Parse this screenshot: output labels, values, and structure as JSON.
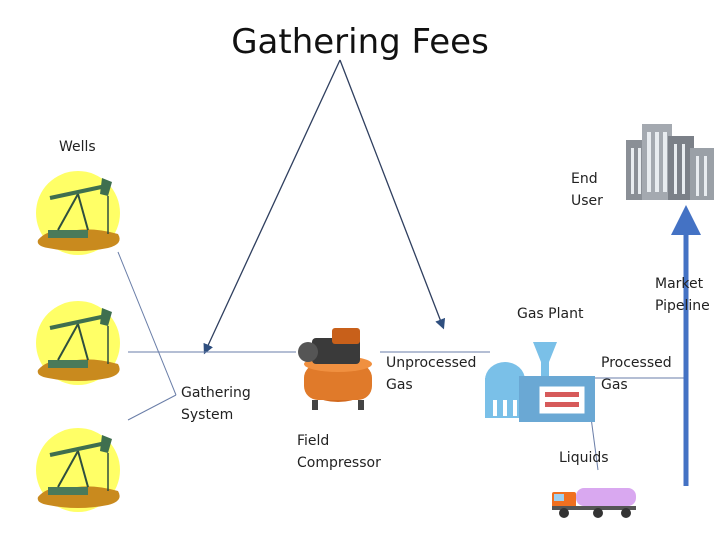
{
  "title": "Gathering Fees",
  "labels": {
    "wells": "Wells",
    "end_user": "End\nUser",
    "market_pipeline": "Market\nPipeline",
    "gas_plant": "Gas Plant",
    "unprocessed_gas": "Unprocessed\nGas",
    "processed_gas": "Processed\nGas",
    "gathering_system": "Gathering\nSystem",
    "field_compressor": "Field\nCompressor",
    "liquids": "Liquids"
  },
  "icons": {
    "wells": [
      "oil-well-pump-icon",
      "oil-well-pump-icon",
      "oil-well-pump-icon"
    ],
    "compressor": "field-compressor-icon",
    "plant": "gas-plant-icon",
    "building": "city-buildings-icon",
    "truck": "tanker-truck-icon"
  },
  "colors": {
    "pipeline_arrow": "#4472c4",
    "line": "#6a7ea8",
    "well_glow": "#ffff66",
    "oil": "#c98a1e"
  }
}
